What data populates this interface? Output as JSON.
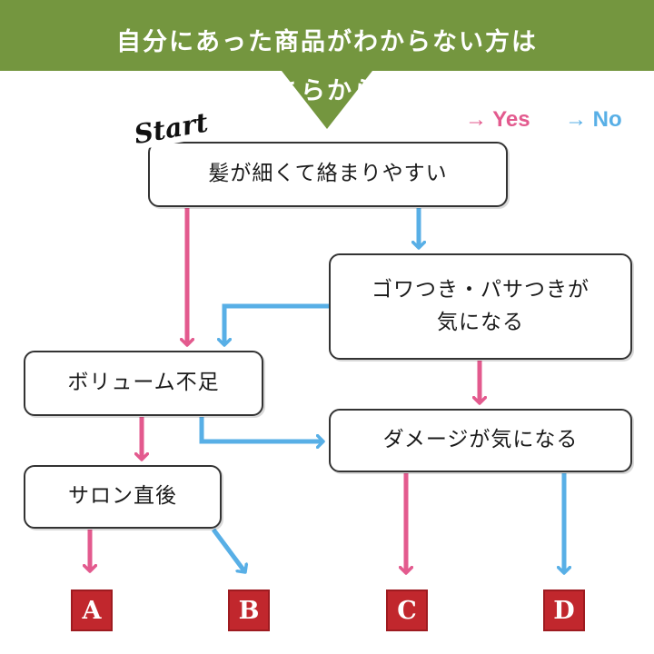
{
  "banner": {
    "line1": "自分にあった商品がわからない方は",
    "line2": "こちらから！"
  },
  "legend": {
    "yes": "→ Yes",
    "no": "→ No"
  },
  "colors": {
    "yes": "#e35a8e",
    "no": "#58afe6",
    "banner": "#74963f",
    "result": "#c1272d"
  },
  "start_label": "Start",
  "questions": {
    "q1": "髪が細くて絡まりやすい",
    "q2_line1": "ゴワつき・パサつきが",
    "q2_line2": "気になる",
    "q3": "ボリューム不足",
    "q4": "ダメージが気になる",
    "q5": "サロン直後"
  },
  "results": {
    "a": "A",
    "b": "B",
    "c": "C",
    "d": "D"
  }
}
